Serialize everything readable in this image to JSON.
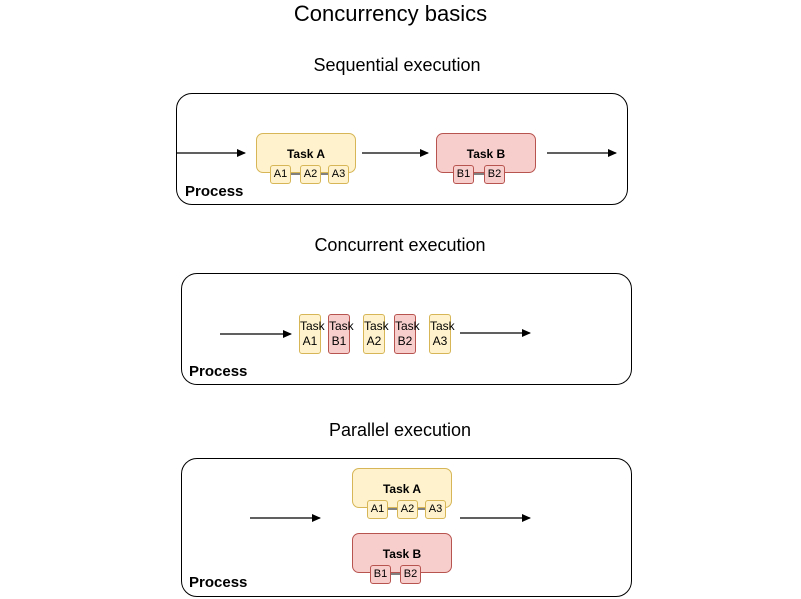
{
  "title": "Concurrency basics",
  "sequential": {
    "title": "Sequential execution",
    "process_label": "Process",
    "task_a": {
      "label": "Task A",
      "subtasks": [
        "A1",
        "A2",
        "A3"
      ]
    },
    "task_b": {
      "label": "Task B",
      "subtasks": [
        "B1",
        "B2"
      ]
    }
  },
  "concurrent": {
    "title": "Concurrent execution",
    "process_label": "Process",
    "tasks": [
      {
        "line1": "Task",
        "line2": "A1"
      },
      {
        "line1": "Task",
        "line2": "B1"
      },
      {
        "line1": "Task",
        "line2": "A2"
      },
      {
        "line1": "Task",
        "line2": "B2"
      },
      {
        "line1": "Task",
        "line2": "A3"
      }
    ]
  },
  "parallel": {
    "title": "Parallel execution",
    "process_label": "Process",
    "task_a": {
      "label": "Task A",
      "subtasks": [
        "A1",
        "A2",
        "A3"
      ]
    },
    "task_b": {
      "label": "Task B",
      "subtasks": [
        "B1",
        "B2"
      ]
    }
  },
  "colors": {
    "task_a_fill": "#fff2cc",
    "task_a_stroke": "#d6b656",
    "task_b_fill": "#f8cecc",
    "task_b_stroke": "#b85450"
  }
}
